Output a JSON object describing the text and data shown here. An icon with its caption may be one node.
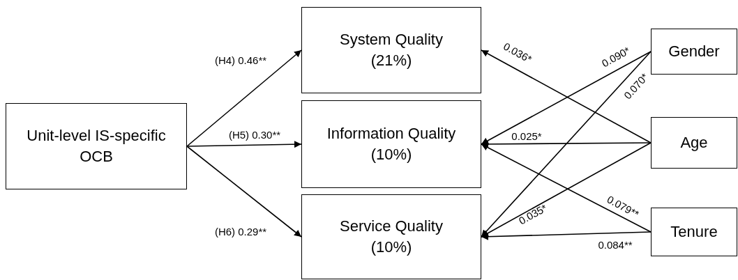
{
  "diagram": {
    "nodes": [
      {
        "text": [
          "Unit-level IS-specific OCB"
        ]
      },
      {
        "text": [
          "System Quality",
          "(21%)"
        ]
      },
      {
        "text": [
          "Information Quality",
          "(10%)"
        ]
      },
      {
        "text": [
          "Service Quality",
          "(10%)"
        ]
      },
      {
        "text": [
          "Gender"
        ]
      },
      {
        "text": [
          "Age"
        ]
      },
      {
        "text": [
          "Tenure"
        ]
      }
    ],
    "edges": [
      {
        "from": 0,
        "to": 1,
        "arrow": "to",
        "label": "(H4) 0.46**"
      },
      {
        "from": 0,
        "to": 2,
        "arrow": "to",
        "label": "(H5) 0.30**"
      },
      {
        "from": 0,
        "to": 3,
        "arrow": "to",
        "label": "(H6) 0.29**"
      },
      {
        "from": 5,
        "to": 1,
        "arrow": "to",
        "label": "0.036*"
      },
      {
        "from": 4,
        "to": 2,
        "arrow": "to",
        "label": "0.090*"
      },
      {
        "from": 4,
        "to": 3,
        "arrow": "to",
        "label": "0.070*"
      },
      {
        "from": 5,
        "to": 2,
        "arrow": "to",
        "label": "0.025*"
      },
      {
        "from": 5,
        "to": 3,
        "arrow": "to",
        "label": "0.035*"
      },
      {
        "from": 6,
        "to": 2,
        "arrow": "to",
        "label": "0.079**"
      },
      {
        "from": 6,
        "to": 3,
        "arrow": "to",
        "label": "0.084**"
      }
    ]
  }
}
